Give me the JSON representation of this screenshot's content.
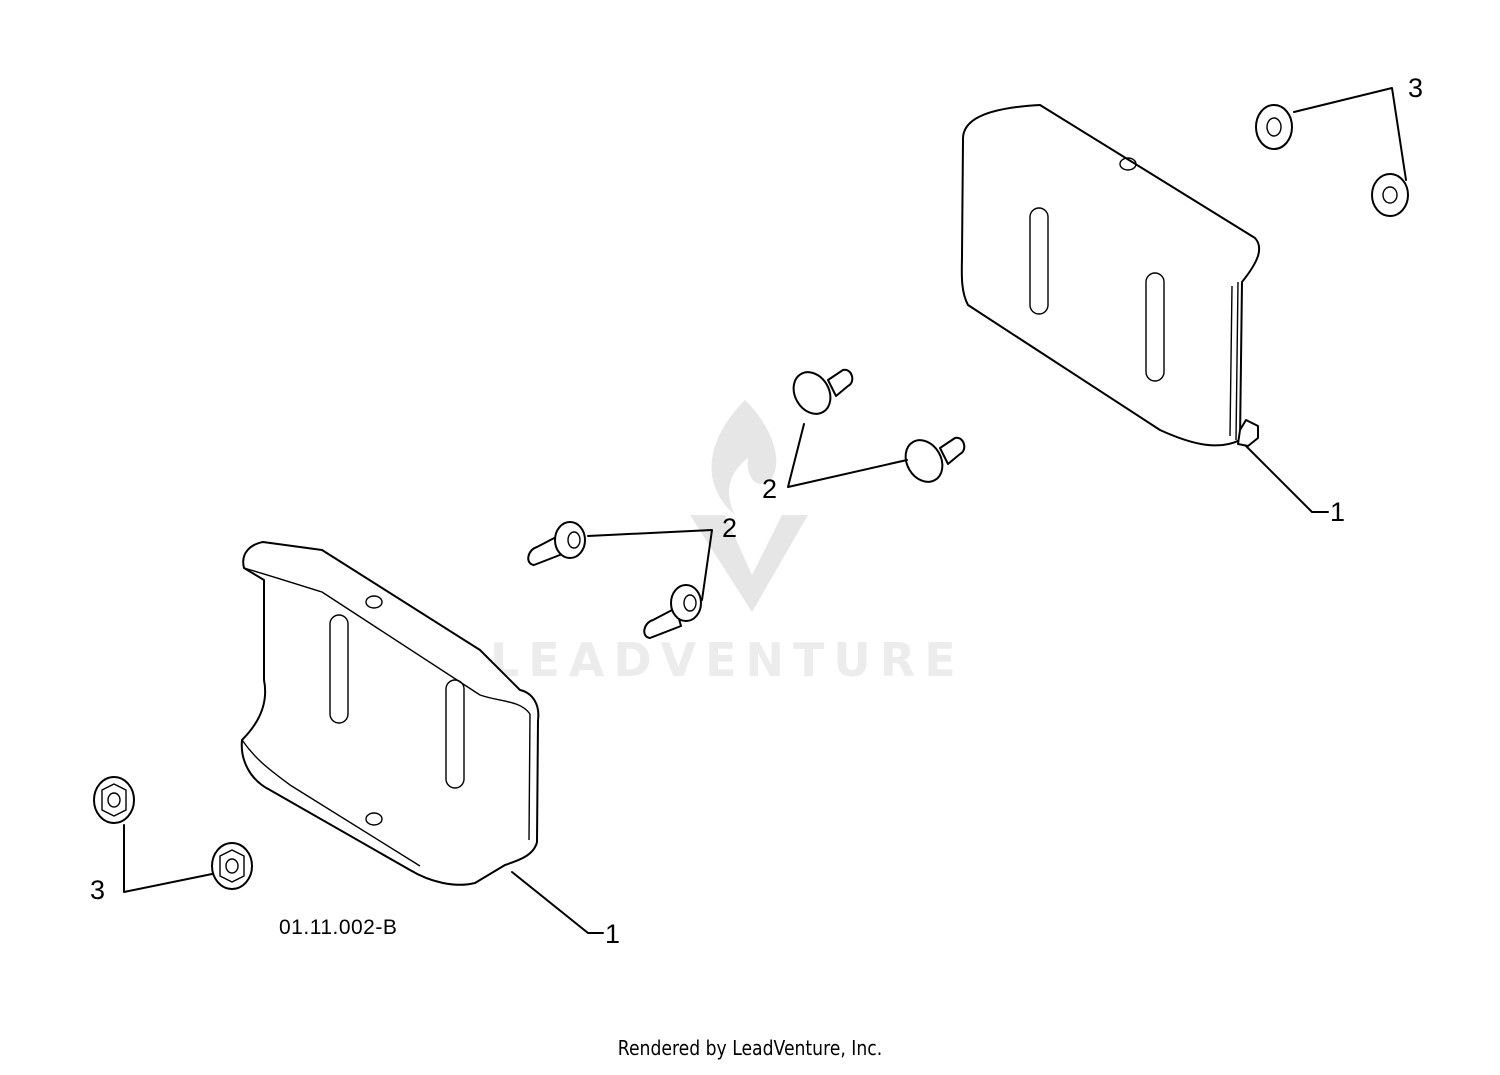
{
  "diagram": {
    "drawing_code": "01.11.002-B",
    "callouts": {
      "shoe_right": "1",
      "shoe_left": "1",
      "bolts_upper": "2",
      "bolts_lower": "2",
      "nuts_right": "3",
      "nuts_left": "3"
    }
  },
  "watermark": {
    "text": "LEADVENTURE"
  },
  "footer": {
    "text": "Rendered by LeadVenture, Inc."
  }
}
